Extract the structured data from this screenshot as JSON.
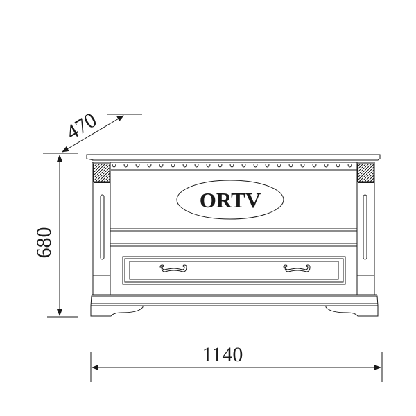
{
  "diagram": {
    "type": "furniture-dimension-drawing",
    "object": "TV stand / chest with drawer",
    "logo_text": "ORTV",
    "dimensions": {
      "depth": {
        "value": "470",
        "unit": "mm"
      },
      "height": {
        "value": "680",
        "unit": "mm"
      },
      "width": {
        "value": "1140",
        "unit": "mm"
      }
    },
    "line_color": "#1a1a1a",
    "background": "#ffffff"
  }
}
